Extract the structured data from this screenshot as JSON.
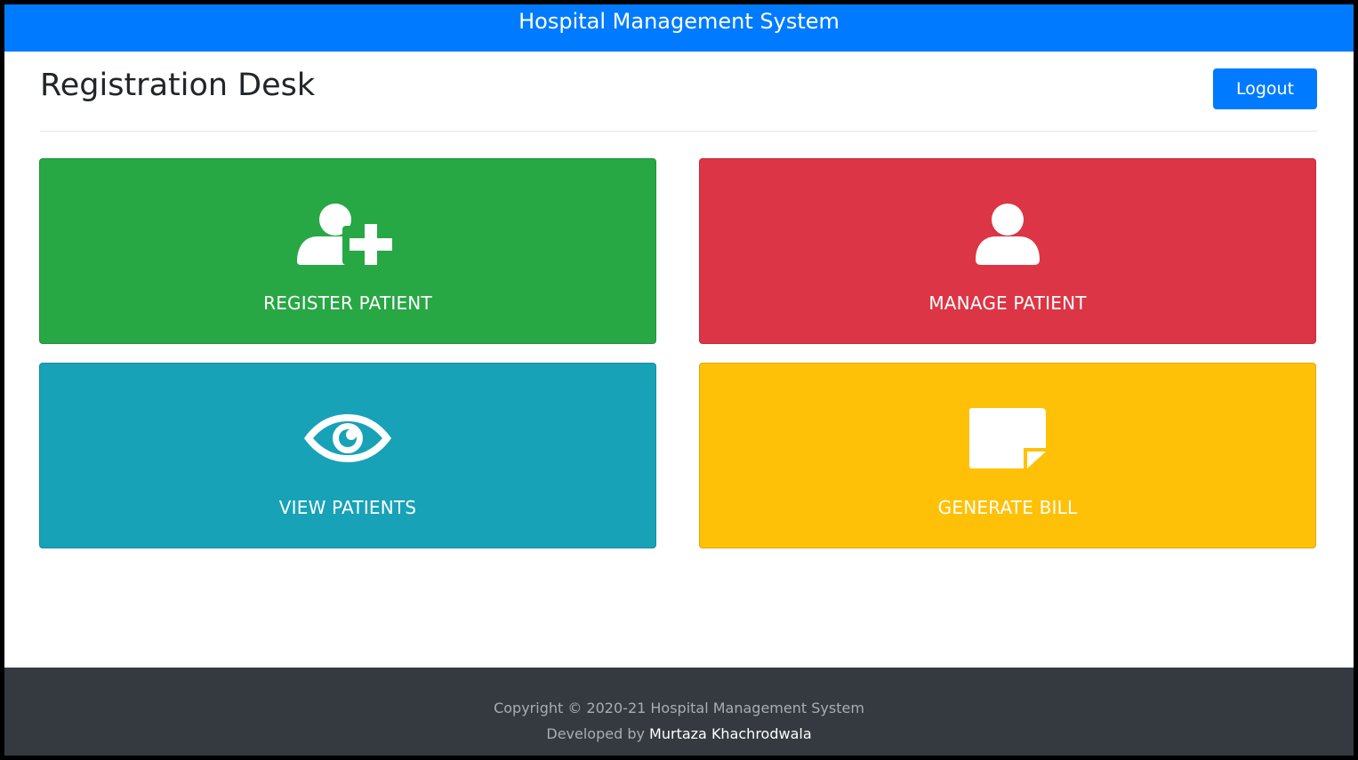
{
  "header": {
    "app_title": "Hospital Management System"
  },
  "page": {
    "title": "Registration Desk",
    "logout_label": "Logout"
  },
  "tiles": [
    {
      "label": "REGISTER PATIENT",
      "icon": "add-user-icon",
      "color": "#28a745"
    },
    {
      "label": "MANAGE PATIENT",
      "icon": "user-icon",
      "color": "#dc3545"
    },
    {
      "label": "VIEW PATIENTS",
      "icon": "eye-icon",
      "color": "#17a2b8"
    },
    {
      "label": "GENERATE BILL",
      "icon": "sticky-note-icon",
      "color": "#ffc107"
    }
  ],
  "footer": {
    "copyright": "Copyright © 2020-21 Hospital Management System",
    "developed_by_prefix": "Developed by",
    "developer_name": "Murtaza Khachrodwala"
  },
  "colors": {
    "primary": "#007bff",
    "footer_bg": "#343a40"
  }
}
